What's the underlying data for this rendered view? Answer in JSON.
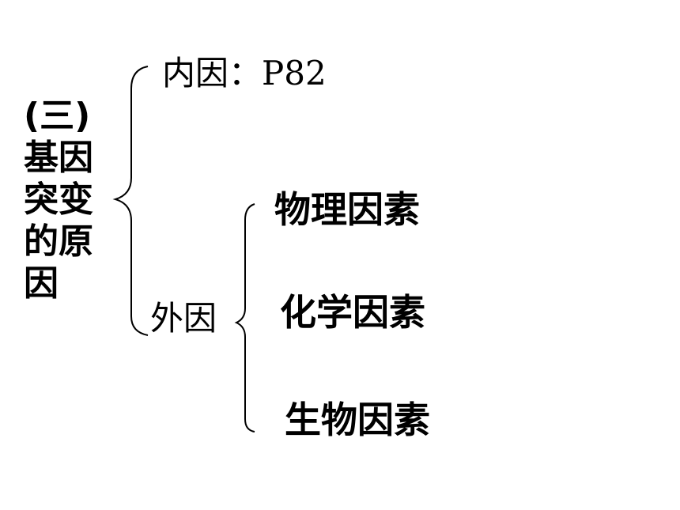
{
  "heading": {
    "line1": "(三)",
    "line2": "基因",
    "line3": "突变",
    "line4": "的原",
    "line5": "因"
  },
  "inner_cause": "内因：P82",
  "outer_cause": "外因",
  "factors": [
    "物理因素",
    "化学因素",
    "生物因素"
  ]
}
